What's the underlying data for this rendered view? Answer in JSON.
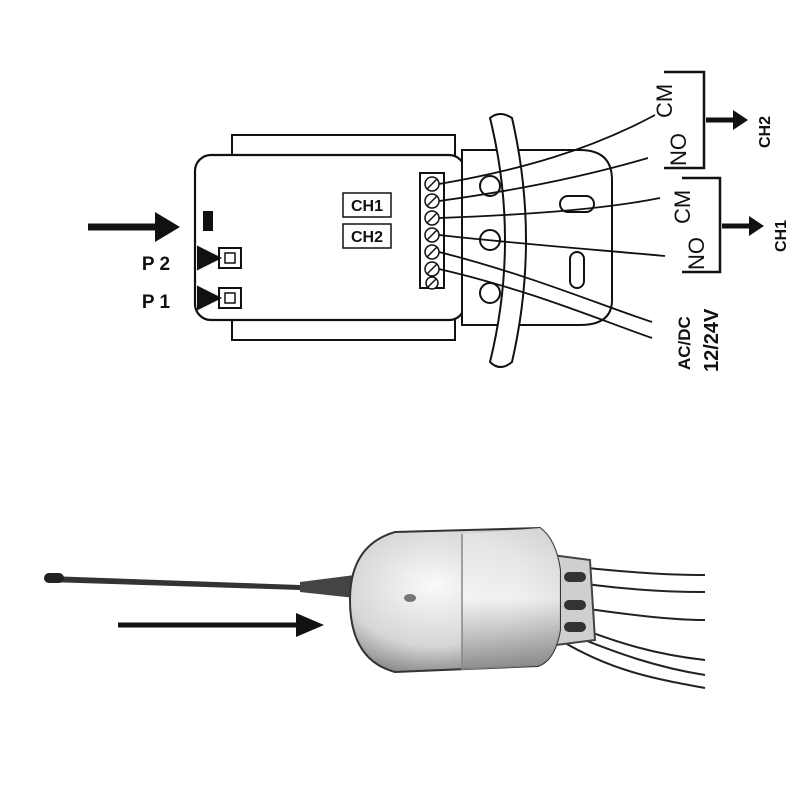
{
  "diagram": {
    "module_labels": {
      "ch1": "CH1",
      "ch2": "CH2"
    },
    "button_labels": {
      "p2": "P 2",
      "p1": "P 1"
    },
    "outputs": {
      "ch2": {
        "no": "NO",
        "cm": "CM",
        "channel": "CH2"
      },
      "ch1": {
        "no": "NO",
        "cm": "CM",
        "channel": "CH1"
      }
    },
    "power": {
      "type": "AC/DC",
      "voltage": "12/24V"
    }
  },
  "colors": {
    "ink": "#111111",
    "device_light": "#eeeeee",
    "device_mid": "#bdbdbd",
    "device_dark": "#5a5a5a"
  }
}
